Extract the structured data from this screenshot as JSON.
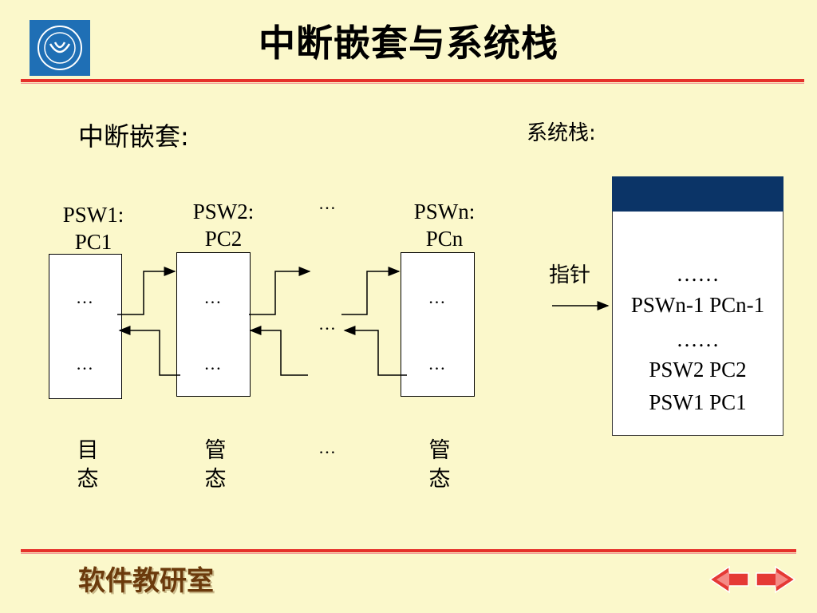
{
  "title": "中断嵌套与系统栈",
  "left_section": {
    "label": "中断嵌套:",
    "routines": [
      {
        "psw": "PSW1:",
        "pc": "PC1",
        "dots_top": "…",
        "dots_bottom": "…",
        "mode": [
          "目",
          "态"
        ]
      },
      {
        "psw": "PSW2:",
        "pc": "PC2",
        "dots_top": "…",
        "dots_bottom": "…",
        "mode": [
          "管",
          "态"
        ]
      },
      {
        "psw": "PSWn:",
        "pc": "PCn",
        "dots_top": "…",
        "dots_bottom": "…",
        "mode": [
          "管",
          "态"
        ]
      }
    ],
    "ellipsis_top": "…",
    "ellipsis_middle": "…",
    "ellipsis_mode": "…"
  },
  "right_section": {
    "label": "系统栈:",
    "pointer_label": "指针",
    "stack_lines": [
      "……",
      "PSWn-1 PCn-1",
      "……",
      "PSW2 PC2",
      "PSW1 PC1"
    ]
  },
  "footer": {
    "label": "软件教研室",
    "prev_icon": "left-arrow-icon",
    "next_icon": "right-arrow-icon"
  }
}
